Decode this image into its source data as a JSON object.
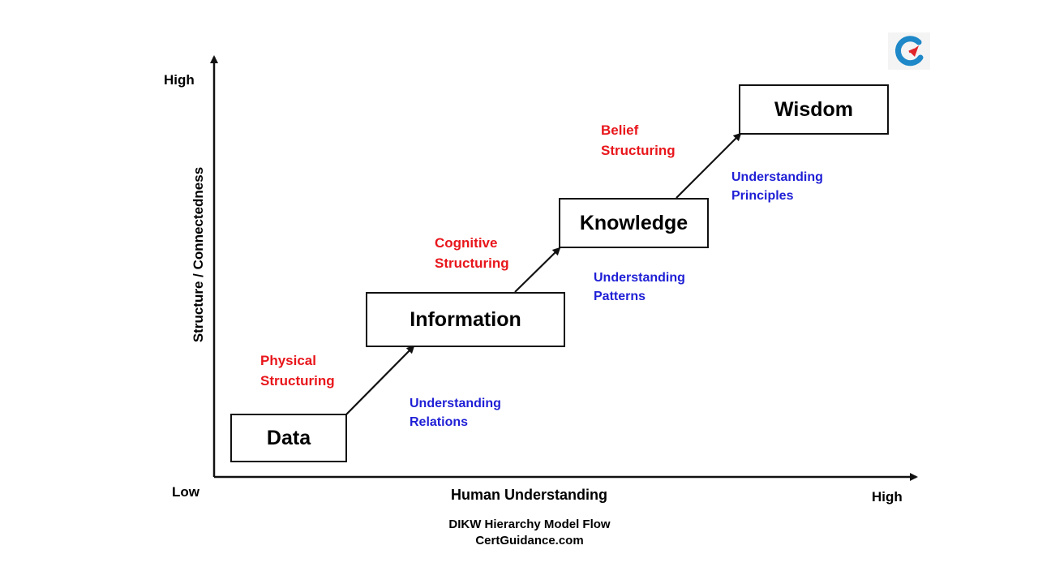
{
  "axes": {
    "y_high": "High",
    "y_title": "Structure / Connectedness",
    "origin_low": "Low",
    "x_title": "Human Understanding",
    "x_high": "High"
  },
  "boxes": {
    "data": "Data",
    "information": "Information",
    "knowledge": "Knowledge",
    "wisdom": "Wisdom"
  },
  "transitions": {
    "physical": [
      "Physical",
      "Structuring"
    ],
    "cognitive": [
      "Cognitive",
      "Structuring"
    ],
    "belief": [
      "Belief",
      "Structuring"
    ]
  },
  "understanding": {
    "relations": [
      "Understanding",
      "Relations"
    ],
    "patterns": [
      "Understanding",
      "Patterns"
    ],
    "principles": [
      "Understanding",
      "Principles"
    ]
  },
  "caption": {
    "title": "DIKW Hierarchy Model Flow",
    "source": "CertGuidance.com"
  },
  "colors": {
    "structuring": "#e8161b",
    "understanding": "#1f1fd6",
    "logo_blue": "#1e88c8",
    "logo_red": "#e0262b"
  },
  "icons": {
    "logo": "certguidance-logo-icon"
  }
}
